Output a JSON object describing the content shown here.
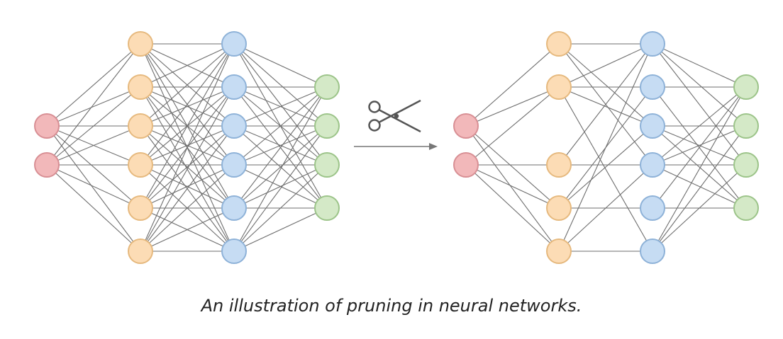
{
  "caption": "An illustration of pruning in neural networks.",
  "icons": {
    "cut": "scissors-icon",
    "transition": "arrow-right-icon"
  },
  "colors": {
    "input": {
      "fill": "#f2b8ba",
      "stroke": "#d88f94"
    },
    "hidden1": {
      "fill": "#fcdcb5",
      "stroke": "#e6b97e"
    },
    "hidden2": {
      "fill": "#c6dcf3",
      "stroke": "#8eb2d8"
    },
    "output": {
      "fill": "#d4e9c7",
      "stroke": "#9cc489"
    },
    "edge": "#6e6e6e"
  },
  "networks": [
    {
      "name": "original-network",
      "layers": [
        {
          "role": "input",
          "nodes": 2
        },
        {
          "role": "hidden1",
          "nodes": 6
        },
        {
          "role": "hidden2",
          "nodes": 6
        },
        {
          "role": "output",
          "nodes": 4
        }
      ],
      "edges": "fully-connected"
    },
    {
      "name": "pruned-network",
      "layers": [
        {
          "role": "input",
          "nodes": 2
        },
        {
          "role": "hidden1",
          "nodes": 5
        },
        {
          "role": "hidden2",
          "nodes": 6
        },
        {
          "role": "output",
          "nodes": 4
        }
      ],
      "edges": [
        [
          [
            0,
            0
          ],
          [
            0,
            1
          ],
          [
            0,
            3
          ],
          [
            0,
            4
          ],
          [
            1,
            1
          ],
          [
            1,
            2
          ],
          [
            1,
            3
          ],
          [
            1,
            4
          ]
        ],
        [
          [
            0,
            0
          ],
          [
            0,
            2
          ],
          [
            0,
            3
          ],
          [
            1,
            0
          ],
          [
            1,
            1
          ],
          [
            1,
            2
          ],
          [
            1,
            5
          ],
          [
            2,
            0
          ],
          [
            2,
            3
          ],
          [
            3,
            1
          ],
          [
            3,
            2
          ],
          [
            3,
            4
          ],
          [
            4,
            0
          ],
          [
            4,
            3
          ],
          [
            4,
            5
          ]
        ],
        [
          [
            0,
            0
          ],
          [
            0,
            1
          ],
          [
            0,
            2
          ],
          [
            1,
            0
          ],
          [
            1,
            3
          ],
          [
            2,
            1
          ],
          [
            2,
            2
          ],
          [
            2,
            3
          ],
          [
            3,
            0
          ],
          [
            3,
            1
          ],
          [
            3,
            2
          ],
          [
            3,
            3
          ],
          [
            4,
            0
          ],
          [
            4,
            3
          ],
          [
            5,
            0
          ],
          [
            5,
            1
          ],
          [
            5,
            2
          ]
        ]
      ]
    }
  ]
}
